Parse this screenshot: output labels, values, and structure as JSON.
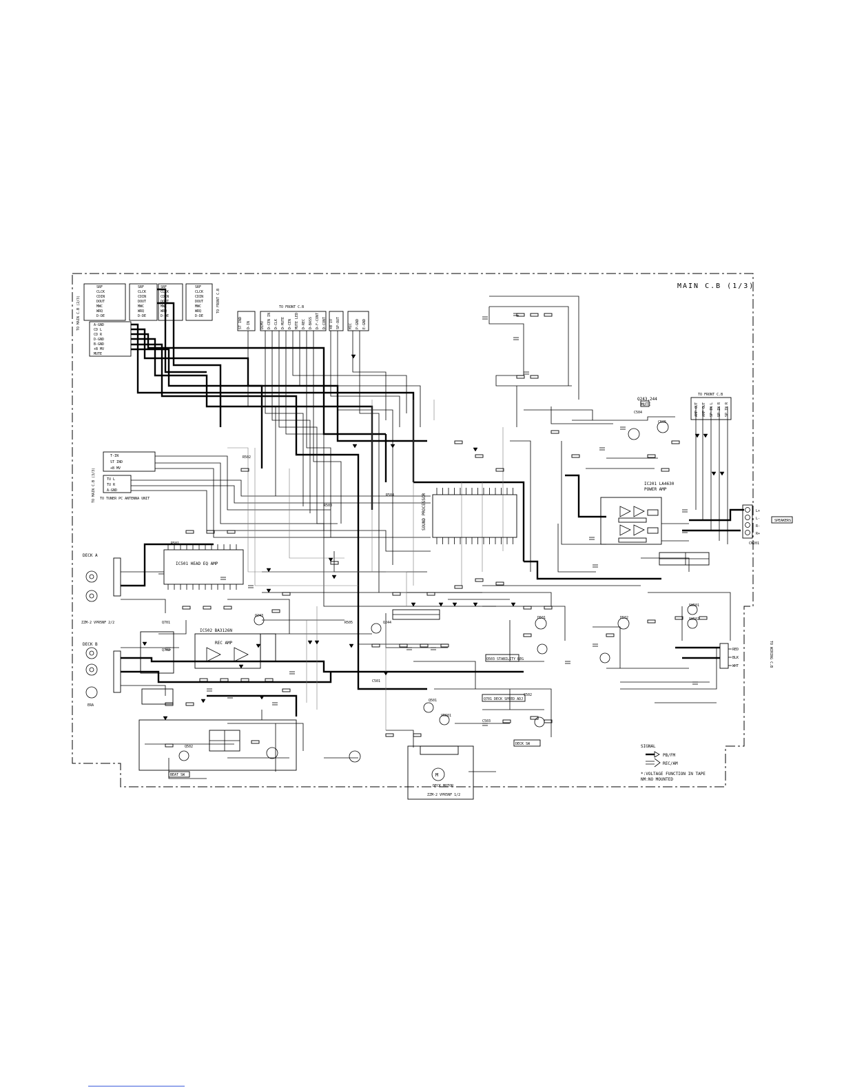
{
  "title": "MAIN C.B (1/3)",
  "blocks": {
    "to_main_cb_1": "TO MAIN C.B (2/3)",
    "to_main_cb_2": "TO MAIN C.B (3/3)",
    "to_front_top": "TO FRONT C.B",
    "to_front_right": "TO FRONT C.B",
    "to_front_left": "TO FRONT C.B",
    "to_wiring": "TO WIRING C.B",
    "to_tuner": "TO TUNER PC ANTENNA UNIT",
    "ic_head_eq": "IC501 HEAD EQ AMP",
    "ic_rec_amp": "IC502 BA3126N",
    "ic_rec_amp_label": "REC AMP",
    "ic_sound": "SOUND PROCESSOR",
    "ic_power": "IC201 LA4630",
    "ic_power_label": "POWER AMP",
    "mute_block": "Q243,244",
    "mute_label": "MUTE",
    "stability": "Q503 STABILITY REG",
    "deck_speed": "Q701 DECK SPEED ADJ",
    "beat": "BEAT SW",
    "deck_sw": "DECK SW",
    "speakers": "SPEAKERS",
    "speaker_jack": "CN201",
    "speaker_pins": [
      "L+",
      "L-",
      "R-",
      "R+"
    ],
    "deck_a": "DECK A",
    "deck_b": "DECK B",
    "deck_mech_1": "ZZM-2 VPR5NF 2/2",
    "deck_mech_2": "ZZM-2 VPR5NF 1/2",
    "deck_motor": "DECK MOTOR",
    "erase": "ERA",
    "mic": "MIC",
    "wire_colors": [
      "RED",
      "BLK",
      "WHT"
    ]
  },
  "connector_left": [
    "SRF",
    "CLCK",
    "CDIN",
    "DOUT",
    "MWC",
    "WRQ",
    "D-DE"
  ],
  "connector_right": [
    "SRF",
    "CLCK",
    "CDIN",
    "DOUT",
    "MWC",
    "WRQ",
    "D-DE"
  ],
  "left_bus": [
    "A-GND",
    "CD L",
    "CD R",
    "D-GND",
    "B-GND",
    "+B MV",
    "MUTE"
  ],
  "tuner_bus": [
    "T-IN",
    "ST IND",
    "+B MV"
  ],
  "tuner_lines": [
    "TU L",
    "TU R",
    "A-GND"
  ],
  "front_top_pins": [
    "ST IND",
    "D-IN",
    "DIMV",
    "D-CEN IN",
    "D-CLK",
    "D-MUTE",
    "D-CEN",
    "MUTE LED",
    "D-REC",
    "D-BASS",
    "D-F-CONT",
    "D-CONT",
    "+B IV",
    "SP-OUT",
    "MIC",
    "P-GND",
    "E-GND"
  ],
  "front_right_pins": [
    "AMP OUT",
    "AMP OUT",
    "SP IN L",
    "SP IN R",
    "SP IN R"
  ],
  "legend": {
    "heading": "SIGNAL",
    "pb": "PB/FM",
    "rec": "REC/AM",
    "note1": "*:VOLTAGE FUNCTION IN TAPE",
    "note2": "NM:NO MOUNTED"
  },
  "parts": [
    "R501",
    "R502",
    "R503",
    "R504",
    "R505",
    "C501",
    "C502",
    "C503",
    "C504",
    "C505",
    "Q501",
    "Q502",
    "Q701",
    "Q702",
    "Q243",
    "Q244",
    "D501",
    "D502",
    "SW501",
    "SW502",
    "VR601"
  ]
}
